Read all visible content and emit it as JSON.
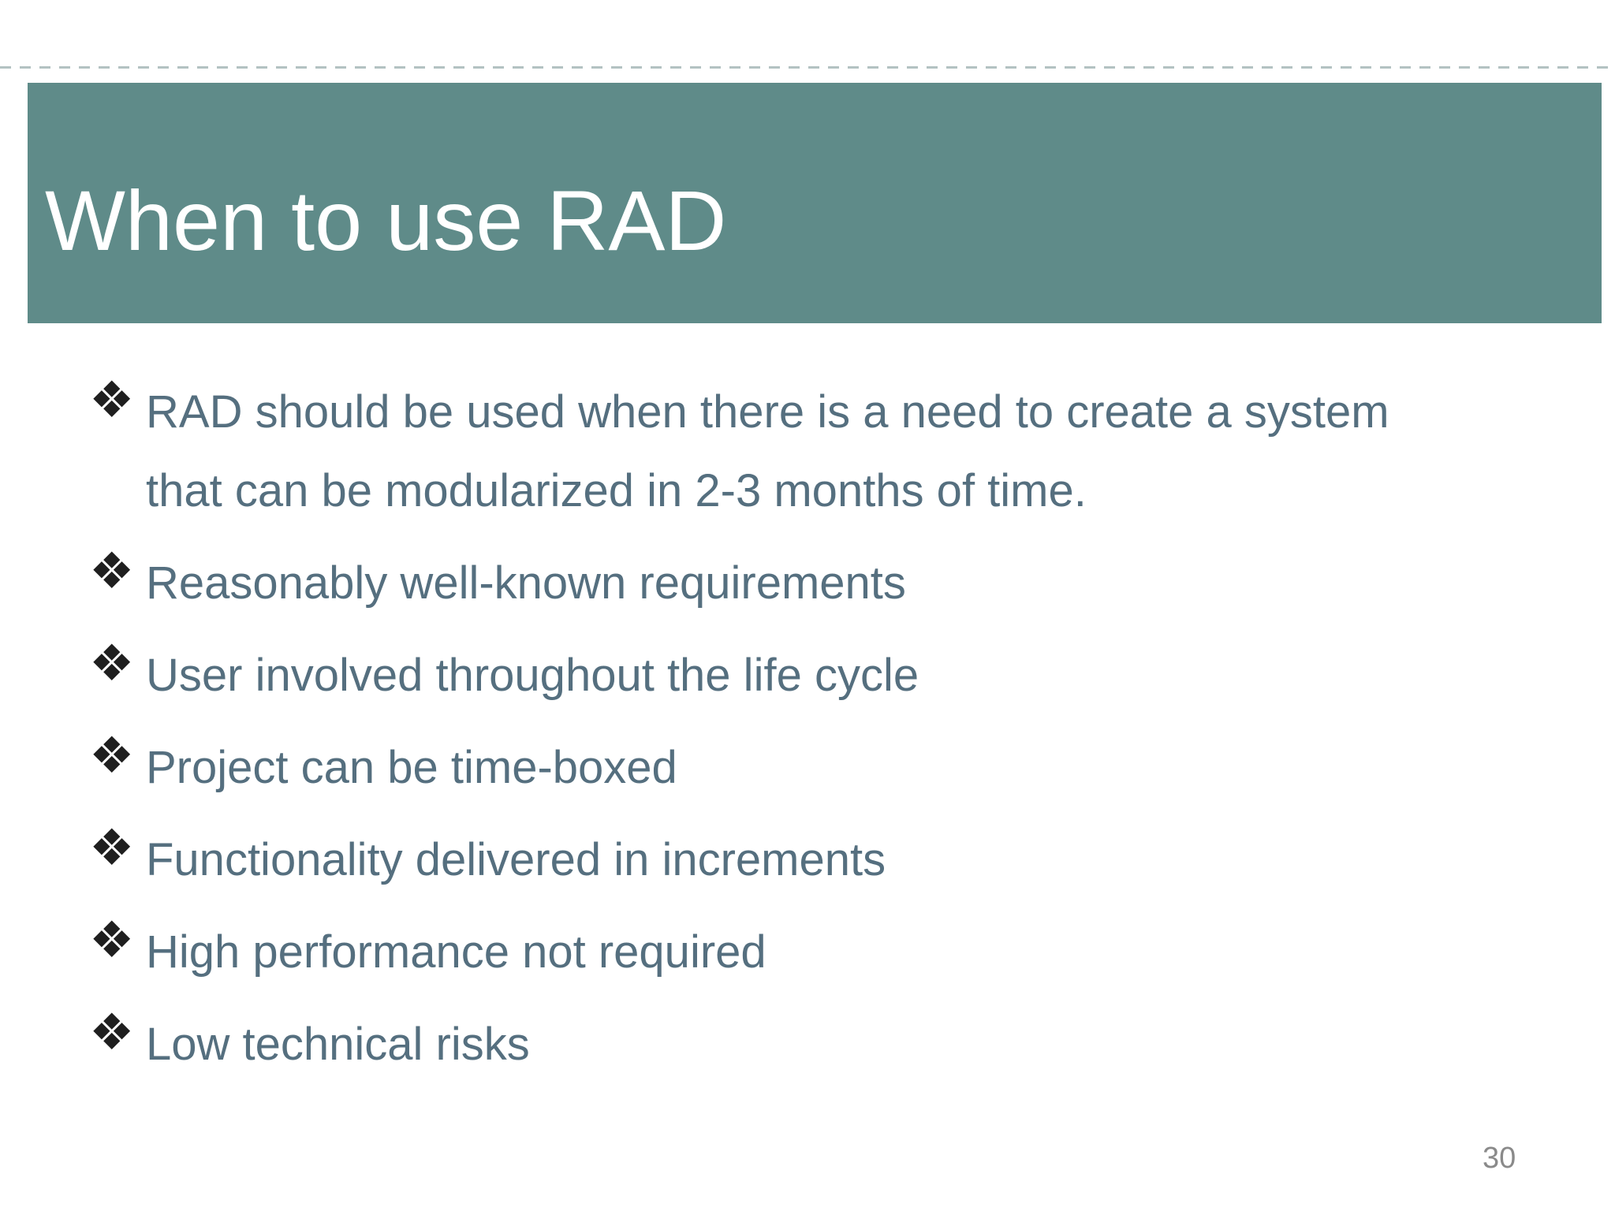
{
  "slide": {
    "title": "When to use RAD",
    "bullet_glyph": "❖",
    "bullets": [
      "RAD should be used when there is a need to create a system\nthat can be modularized in 2-3 months of time.",
      "Reasonably well-known requirements",
      "User involved throughout the life cycle",
      "Project can be time-boxed",
      "Functionality delivered in increments",
      "High performance not required",
      "Low technical risks"
    ],
    "page_number": "30",
    "colors": {
      "band_teal": "#5f8b89",
      "title_text": "#ffffff",
      "body_text": "#556f7f",
      "bullet_black": "#1f1f1f",
      "dash_gray": "#b3c2c2",
      "page_number_gray": "#8a8a8a"
    }
  }
}
